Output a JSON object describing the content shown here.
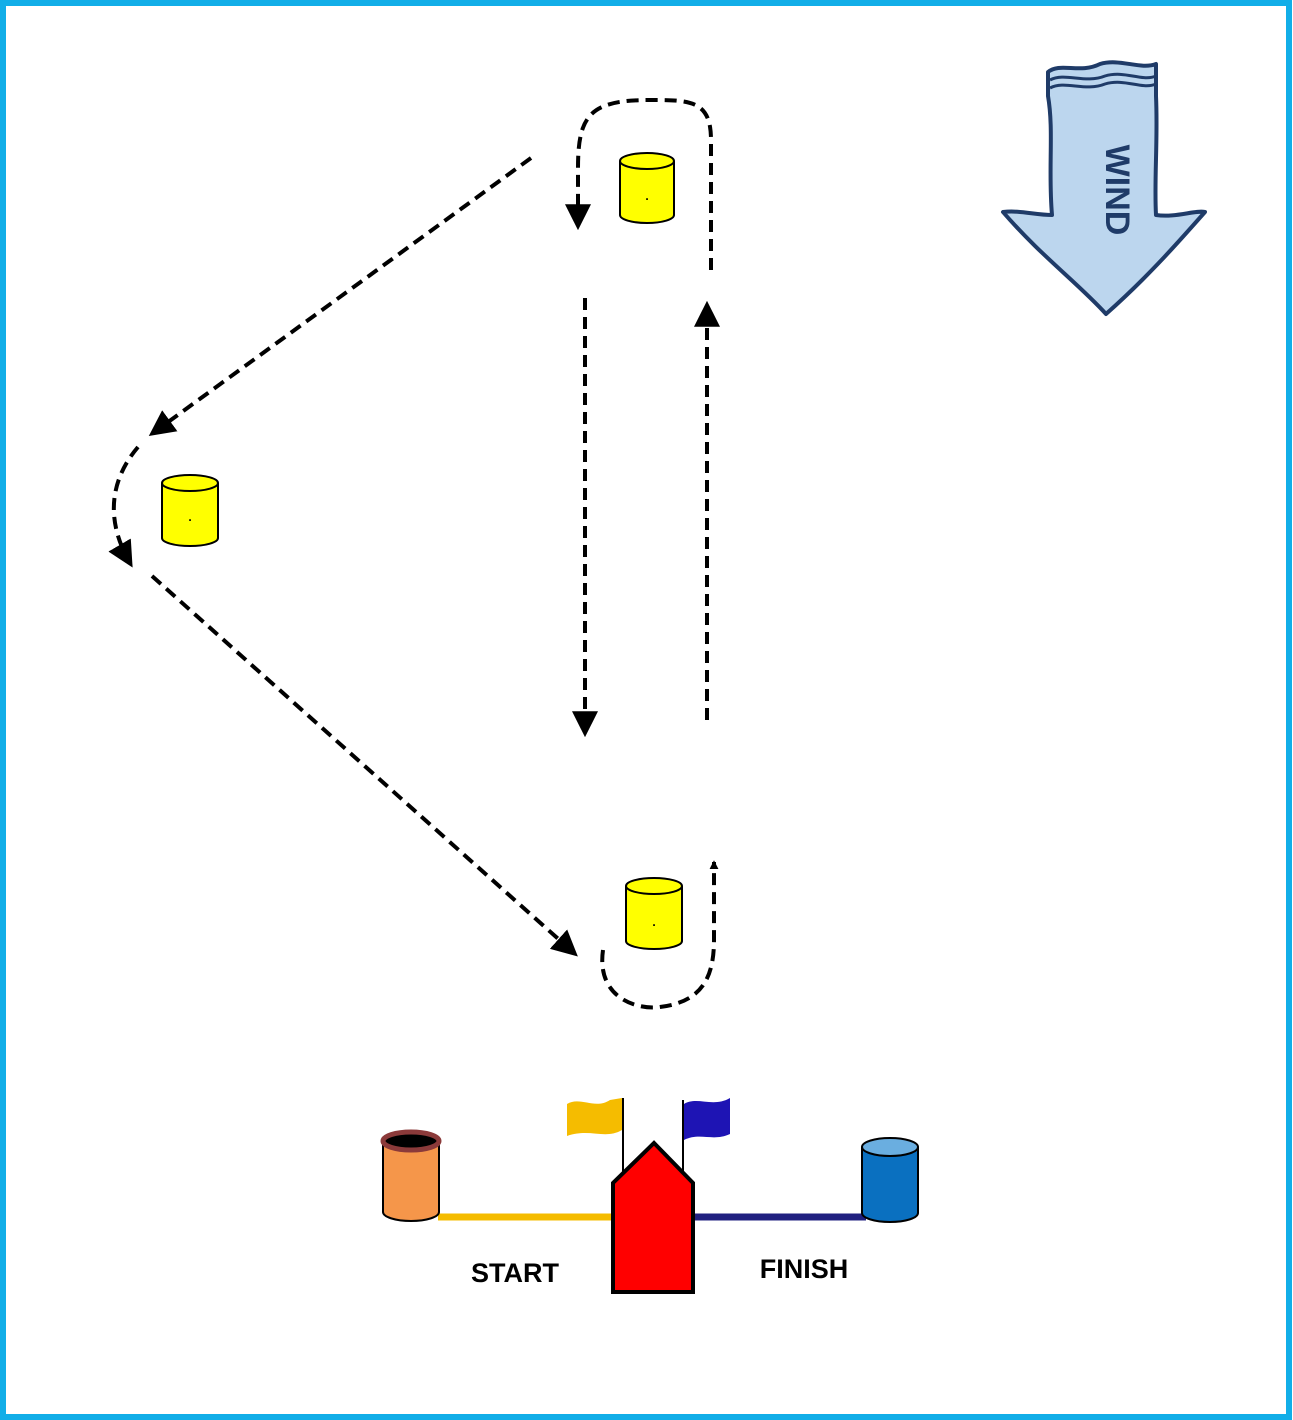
{
  "diagram": {
    "wind_label": "WIND",
    "start_label": "START",
    "finish_label": "FINISH",
    "buoy_mark": "."
  },
  "colors": {
    "frame": "#12aee8",
    "course_mark": "#ffff00",
    "wind_arrow_fill": "#bcd6ee",
    "wind_arrow_stroke": "#1f3b68",
    "wind_text": "#1f3b68",
    "start_buoy": "#f5964a",
    "finish_buoy": "#0a70c0",
    "start_line": "#f5bc00",
    "finish_line": "#202080",
    "committee_boat": "#ff0000",
    "start_flag": "#f5bc00",
    "finish_flag": "#1e14b4"
  }
}
